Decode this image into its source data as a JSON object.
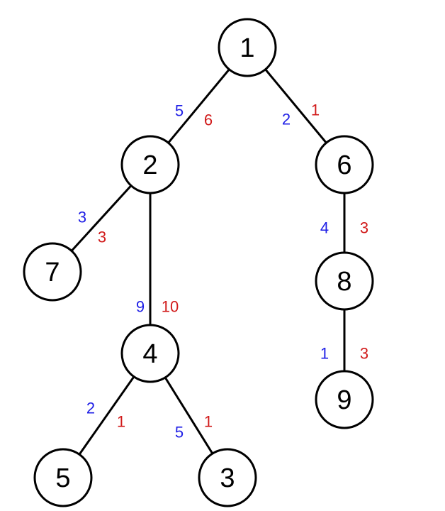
{
  "colors": {
    "blue_weight": "#1f1fe6",
    "red_weight": "#d11a1a",
    "node_stroke": "#000000",
    "node_fill": "#ffffff"
  },
  "nodes": [
    {
      "id": "1",
      "label": "1"
    },
    {
      "id": "2",
      "label": "2"
    },
    {
      "id": "6",
      "label": "6"
    },
    {
      "id": "7",
      "label": "7"
    },
    {
      "id": "4",
      "label": "4"
    },
    {
      "id": "8",
      "label": "8"
    },
    {
      "id": "5",
      "label": "5"
    },
    {
      "id": "3",
      "label": "3"
    },
    {
      "id": "9",
      "label": "9"
    }
  ],
  "edges": [
    {
      "from": "1",
      "to": "2",
      "blue": "5",
      "red": "6"
    },
    {
      "from": "1",
      "to": "6",
      "blue": "2",
      "red": "1"
    },
    {
      "from": "2",
      "to": "7",
      "blue": "3",
      "red": "3"
    },
    {
      "from": "2",
      "to": "4",
      "blue": "9",
      "red": "10"
    },
    {
      "from": "6",
      "to": "8",
      "blue": "4",
      "red": "3"
    },
    {
      "from": "4",
      "to": "5",
      "blue": "2",
      "red": "1"
    },
    {
      "from": "4",
      "to": "3",
      "blue": "5",
      "red": "1"
    },
    {
      "from": "8",
      "to": "9",
      "blue": "1",
      "red": "3"
    }
  ]
}
